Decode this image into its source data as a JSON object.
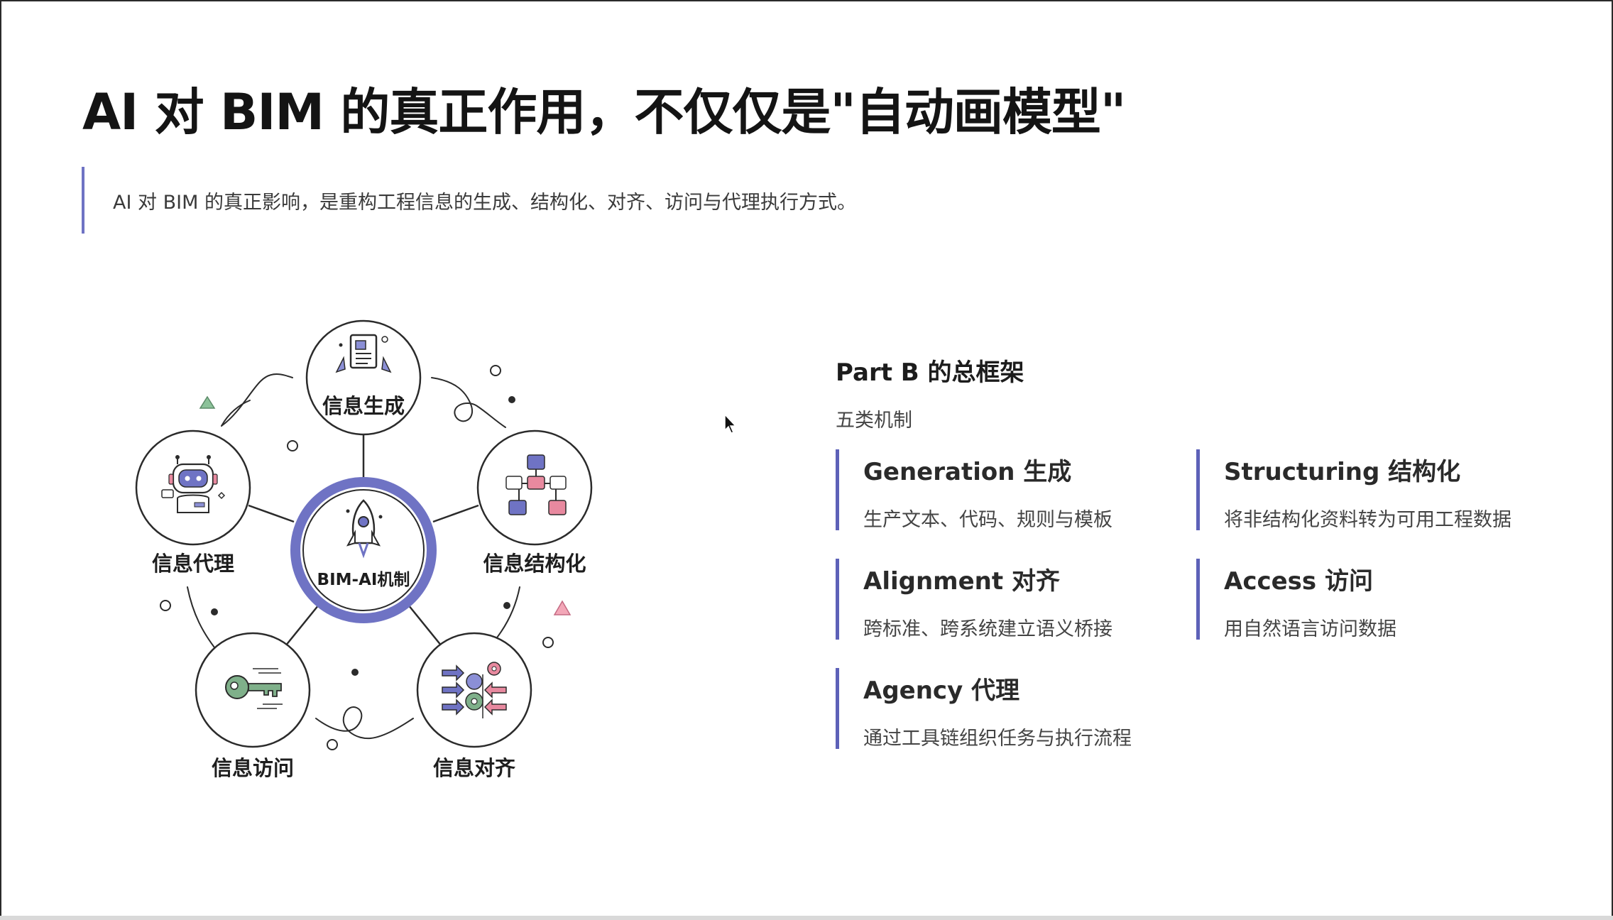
{
  "slide": {
    "title": "AI 对 BIM 的真正作用，不仅仅是\"自动画模型\"",
    "subtitle": "AI 对 BIM 的真正影响，是重构工程信息的生成、结构化、对齐、访问与代理执行方式。"
  },
  "diagram": {
    "center_label": "BIM-AI机制",
    "nodes": [
      {
        "label": "信息生成",
        "icon": "document-rocket-icon"
      },
      {
        "label": "信息结构化",
        "icon": "flowchart-icon"
      },
      {
        "label": "信息对齐",
        "icon": "gear-arrows-icon"
      },
      {
        "label": "信息访问",
        "icon": "key-icon"
      },
      {
        "label": "信息代理",
        "icon": "robot-icon"
      }
    ],
    "center_icon": "rocket-icon"
  },
  "framework": {
    "title": "Part B 的总框架",
    "subtitle": "五类机制",
    "items": [
      {
        "title": "Generation 生成",
        "desc": "生产文本、代码、规则与模板"
      },
      {
        "title": "Structuring 结构化",
        "desc": "将非结构化资料转为可用工程数据"
      },
      {
        "title": "Alignment 对齐",
        "desc": "跨标准、跨系统建立语义桥接"
      },
      {
        "title": "Access 访问",
        "desc": "用自然语言访问数据"
      },
      {
        "title": "Agency 代理",
        "desc": "通过工具链组织任务与执行流程"
      }
    ]
  },
  "colors": {
    "accent": "#5d61b8",
    "ring": "#6f73c4",
    "pink": "#e8899f",
    "green": "#7fb08a"
  }
}
